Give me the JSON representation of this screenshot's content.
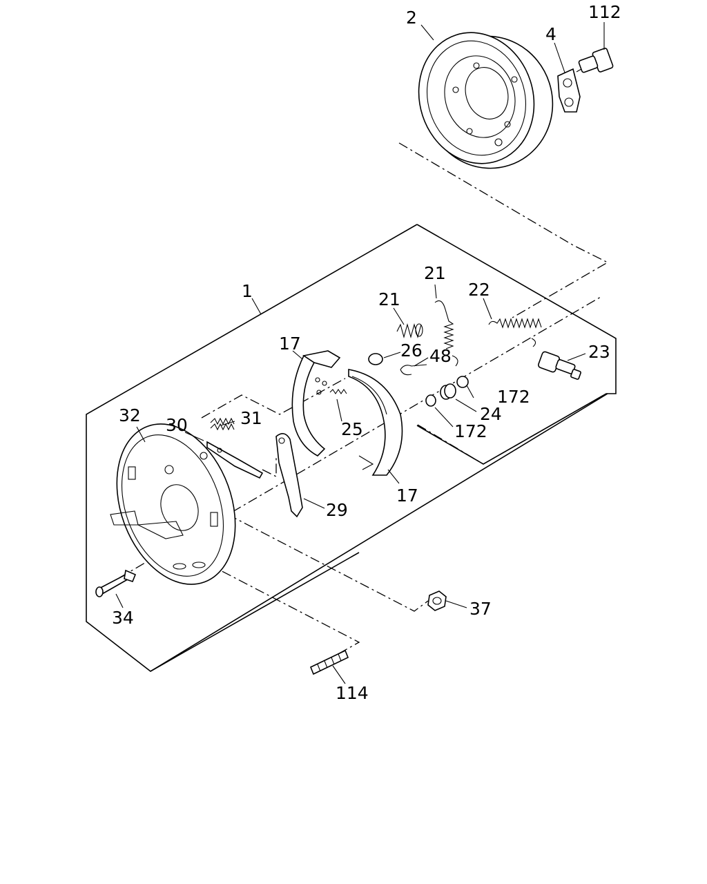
{
  "callouts": {
    "c1": "1",
    "c2": "2",
    "c4": "4",
    "c17a": "17",
    "c17b": "17",
    "c21a": "21",
    "c21b": "21",
    "c22": "22",
    "c23": "23",
    "c24": "24",
    "c25": "25",
    "c26": "26",
    "c29": "29",
    "c30": "30",
    "c31": "31",
    "c32": "32",
    "c34": "34",
    "c37": "37",
    "c48": "48",
    "c112": "112",
    "c114": "114",
    "c172a": "172",
    "c172b": "172"
  }
}
